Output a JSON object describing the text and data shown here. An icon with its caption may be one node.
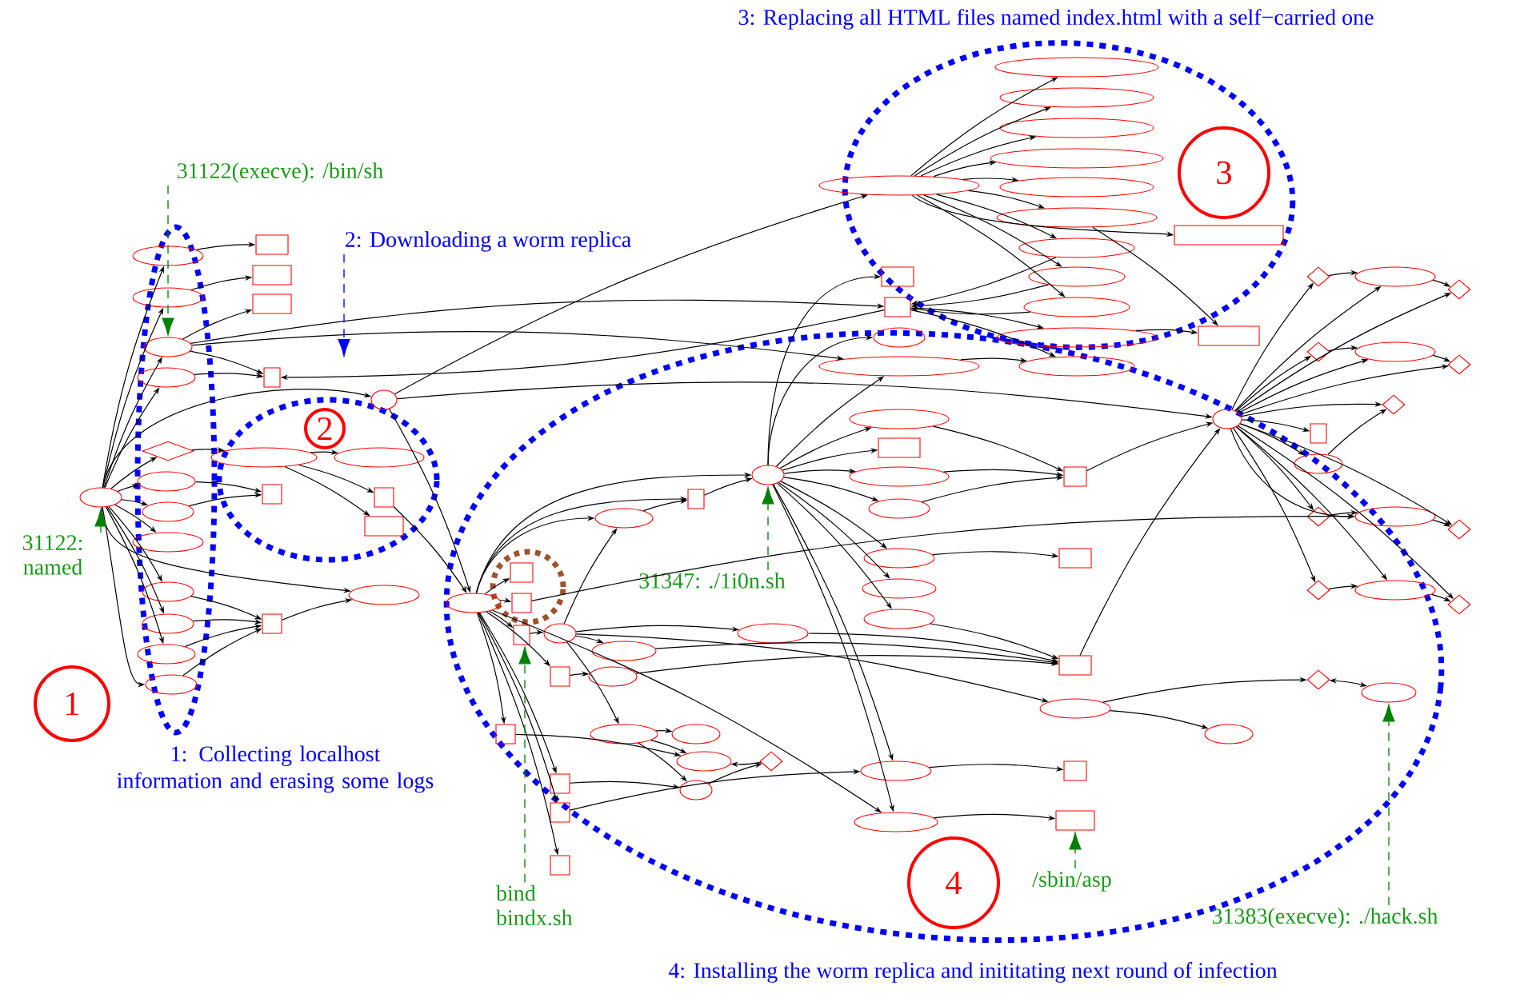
{
  "diagram": {
    "nodes": [
      {
        "text": [],
        "shape": "ellipse"
      },
      {
        "text": [],
        "shape": "ellipse"
      },
      {
        "text": [],
        "shape": "ellipse"
      },
      {
        "text": [],
        "shape": "ellipse"
      },
      {
        "text": [],
        "shape": "ellipse"
      },
      {
        "text": [],
        "shape": "diamond"
      },
      {
        "text": [],
        "shape": "ellipse"
      },
      {
        "text": [],
        "shape": "ellipse"
      },
      {
        "text": [],
        "shape": "ellipse"
      },
      {
        "text": [],
        "shape": "ellipse"
      },
      {
        "text": [],
        "shape": "ellipse"
      },
      {
        "text": [],
        "shape": "ellipse"
      },
      {
        "text": [],
        "shape": "ellipse"
      },
      {
        "text": [],
        "shape": "box"
      },
      {
        "text": [],
        "shape": "box"
      },
      {
        "text": [],
        "shape": "box"
      },
      {
        "text": [],
        "shape": "box"
      },
      {
        "text": [],
        "shape": "box"
      },
      {
        "text": [],
        "shape": "box"
      },
      {
        "text": [],
        "shape": "ellipse"
      },
      {
        "text": [],
        "shape": "ellipse"
      },
      {
        "text": [],
        "shape": "ellipse"
      },
      {
        "text": [],
        "shape": "ellipse"
      },
      {
        "text": [],
        "shape": "box"
      },
      {
        "text": [],
        "shape": "box"
      },
      {
        "text": [],
        "shape": "ellipse"
      },
      {
        "text": [],
        "shape": "box"
      },
      {
        "text": [],
        "shape": "box"
      },
      {
        "text": [],
        "shape": "box"
      },
      {
        "text": [],
        "shape": "ellipse"
      },
      {
        "text": [],
        "shape": "box"
      },
      {
        "text": [],
        "shape": "ellipse"
      },
      {
        "text": [],
        "shape": "box"
      },
      {
        "text": [],
        "shape": "ellipse"
      },
      {
        "text": [],
        "shape": "ellipse"
      },
      {
        "text": [],
        "shape": "ellipse"
      },
      {
        "text": [],
        "shape": "ellipse"
      },
      {
        "text": [],
        "shape": "box"
      },
      {
        "text": [],
        "shape": "ellipse"
      },
      {
        "text": [],
        "shape": "ellipse"
      },
      {
        "text": [],
        "shape": "ellipse"
      },
      {
        "text": [],
        "shape": "diamond"
      },
      {
        "text": [],
        "shape": "ellipse"
      },
      {
        "text": [],
        "shape": "box"
      },
      {
        "text": [],
        "shape": "box"
      },
      {
        "text": [],
        "shape": "box"
      },
      {
        "text": [],
        "shape": "ellipse"
      },
      {
        "text": [],
        "shape": "ellipse"
      },
      {
        "text": [],
        "shape": "box"
      },
      {
        "text": [],
        "shape": "box"
      },
      {
        "text": [],
        "shape": "ellipse"
      },
      {
        "text": [],
        "shape": "box"
      },
      {
        "text": [],
        "shape": "ellipse"
      },
      {
        "text": [],
        "shape": "ellipse"
      },
      {
        "text": [],
        "shape": "ellipse"
      },
      {
        "text": [],
        "shape": "box"
      },
      {
        "text": [],
        "shape": "ellipse"
      },
      {
        "text": [],
        "shape": "ellipse"
      },
      {
        "text": [],
        "shape": "box"
      },
      {
        "text": [],
        "shape": "box"
      },
      {
        "text": [],
        "shape": "ellipse"
      },
      {
        "text": [],
        "shape": "ellipse"
      },
      {
        "text": [],
        "shape": "diamond"
      },
      {
        "text": [],
        "shape": "ellipse"
      },
      {
        "text": [],
        "shape": "ellipse"
      },
      {
        "text": [],
        "shape": "ellipse"
      },
      {
        "text": [],
        "shape": "ellipse"
      },
      {
        "text": [],
        "shape": "ellipse"
      },
      {
        "text": [],
        "shape": "ellipse"
      },
      {
        "text": [],
        "shape": "ellipse"
      },
      {
        "text": [],
        "shape": "ellipse"
      },
      {
        "text": [],
        "shape": "ellipse"
      },
      {
        "text": [],
        "shape": "ellipse"
      },
      {
        "text": [],
        "shape": "ellipse"
      },
      {
        "text": [],
        "shape": "ellipse"
      },
      {
        "text": [],
        "shape": "ellipse"
      },
      {
        "text": [],
        "shape": "ellipse"
      },
      {
        "text": [],
        "shape": "box"
      },
      {
        "text": [],
        "shape": "box"
      },
      {
        "text": [],
        "shape": "ellipse"
      },
      {
        "text": [],
        "shape": "ellipse"
      },
      {
        "text": [],
        "shape": "box"
      },
      {
        "text": [],
        "shape": "box"
      },
      {
        "text": [],
        "shape": "diamond"
      },
      {
        "text": [],
        "shape": "ellipse"
      },
      {
        "text": [],
        "shape": "diamond"
      },
      {
        "text": [],
        "shape": "diamond"
      },
      {
        "text": [],
        "shape": "ellipse"
      },
      {
        "text": [],
        "shape": "diamond"
      },
      {
        "text": [],
        "shape": "diamond"
      },
      {
        "text": [],
        "shape": "box"
      },
      {
        "text": [],
        "shape": "ellipse"
      },
      {
        "text": [],
        "shape": "diamond"
      },
      {
        "text": [],
        "shape": "ellipse"
      },
      {
        "text": [],
        "shape": "diamond"
      },
      {
        "text": [],
        "shape": "diamond"
      },
      {
        "text": [],
        "shape": "ellipse"
      },
      {
        "text": [],
        "shape": "diamond"
      },
      {
        "text": [
          "31122(execve): /bin/sh"
        ]
      },
      {
        "text": [
          "31122: named"
        ]
      },
      {
        "text": [
          "2: Downloading a worm replica"
        ]
      },
      {
        "text": [
          "31347: ./1i0n.sh"
        ]
      },
      {
        "text": [
          "bind bindx.sh"
        ]
      },
      {
        "text": [
          "/sbin/asp"
        ]
      },
      {
        "text": [
          "31383(execve): ./hack.sh"
        ]
      },
      {
        "text": [
          "1"
        ]
      },
      {
        "text": [
          "2"
        ]
      },
      {
        "text": [
          "3"
        ]
      },
      {
        "text": [
          "4"
        ]
      }
    ],
    "edges": [
      {
        "from": 0,
        "to": 1,
        "arrow": "to"
      },
      {
        "from": 0,
        "to": 2,
        "arrow": "to"
      },
      {
        "from": 0,
        "to": 3,
        "arrow": "to"
      },
      {
        "from": 0,
        "to": 4,
        "arrow": "to"
      },
      {
        "from": 0,
        "to": 5,
        "arrow": "to"
      },
      {
        "from": 0,
        "to": 6,
        "arrow": "to"
      },
      {
        "from": 0,
        "to": 7,
        "arrow": "to"
      },
      {
        "from": 0,
        "to": 8,
        "arrow": "to"
      },
      {
        "from": 0,
        "to": 9,
        "arrow": "to"
      },
      {
        "from": 0,
        "to": 10,
        "arrow": "to"
      },
      {
        "from": 0,
        "to": 11,
        "arrow": "to"
      },
      {
        "from": 0,
        "to": 12,
        "arrow": "to"
      },
      {
        "from": 1,
        "to": 13,
        "arrow": "to"
      },
      {
        "from": 2,
        "to": 14,
        "arrow": "to"
      },
      {
        "from": 3,
        "to": 15,
        "arrow": "to"
      },
      {
        "from": 3,
        "to": 16,
        "arrow": "to"
      },
      {
        "from": 4,
        "to": 16,
        "arrow": "to"
      },
      {
        "from": 0,
        "to": 20,
        "arrow": "to"
      },
      {
        "from": 5,
        "to": 21,
        "arrow": "to"
      },
      {
        "from": 6,
        "to": 17,
        "arrow": "to"
      },
      {
        "from": 7,
        "to": 17,
        "arrow": "to"
      },
      {
        "from": 0,
        "to": 19,
        "arrow": "to"
      },
      {
        "from": 9,
        "to": 18,
        "arrow": "to"
      },
      {
        "from": 10,
        "to": 18,
        "arrow": "to"
      },
      {
        "from": 11,
        "to": 18,
        "arrow": "to"
      },
      {
        "from": 12,
        "to": 18,
        "arrow": "to"
      },
      {
        "from": 18,
        "to": 19,
        "arrow": "to"
      },
      {
        "from": 78,
        "to": 16,
        "arrow": "to"
      },
      {
        "from": 3,
        "to": 78,
        "arrow": "to"
      },
      {
        "from": 3,
        "to": 80,
        "arrow": "to"
      },
      {
        "from": 20,
        "to": 65,
        "arrow": "to"
      },
      {
        "from": 20,
        "to": 25,
        "arrow": "to"
      },
      {
        "from": 21,
        "to": 22,
        "arrow": "to"
      },
      {
        "from": 21,
        "to": 23,
        "arrow": "to"
      },
      {
        "from": 21,
        "to": 24,
        "arrow": "to"
      },
      {
        "from": 23,
        "to": 25,
        "arrow": "to"
      },
      {
        "from": 25,
        "to": 26,
        "arrow": "to"
      },
      {
        "from": 25,
        "to": 27,
        "arrow": "to"
      },
      {
        "from": 25,
        "to": 28,
        "arrow": "to"
      },
      {
        "from": 25,
        "to": 30,
        "arrow": "to"
      },
      {
        "from": 25,
        "to": 37,
        "arrow": "to"
      },
      {
        "from": 25,
        "to": 43,
        "arrow": "to"
      },
      {
        "from": 25,
        "to": 44,
        "arrow": "to"
      },
      {
        "from": 25,
        "to": 45,
        "arrow": "to"
      },
      {
        "from": 25,
        "to": 47,
        "arrow": "to"
      },
      {
        "from": 25,
        "to": 32,
        "arrow": "to"
      },
      {
        "from": 25,
        "to": 33,
        "arrow": "to"
      },
      {
        "from": 25,
        "to": 31,
        "arrow": "to"
      },
      {
        "from": 28,
        "to": 29,
        "arrow": "to"
      },
      {
        "from": 29,
        "to": 31,
        "arrow": "to"
      },
      {
        "from": 29,
        "to": 36,
        "arrow": "to"
      },
      {
        "from": 29,
        "to": 34,
        "arrow": "to"
      },
      {
        "from": 30,
        "to": 35,
        "arrow": "to"
      },
      {
        "from": 29,
        "to": 38,
        "arrow": "to"
      },
      {
        "from": 29,
        "to": 60,
        "arrow": "to"
      },
      {
        "from": 37,
        "to": 40,
        "arrow": "to"
      },
      {
        "from": 38,
        "to": 39,
        "arrow": "to"
      },
      {
        "from": 38,
        "to": 40,
        "arrow": "to"
      },
      {
        "from": 38,
        "to": 42,
        "arrow": "to"
      },
      {
        "from": 41,
        "to": 40,
        "arrow": "to"
      },
      {
        "from": 42,
        "to": 41,
        "arrow": "to"
      },
      {
        "from": 43,
        "to": 42,
        "arrow": "to"
      },
      {
        "from": 44,
        "to": 46,
        "arrow": "to"
      },
      {
        "from": 33,
        "to": 46,
        "arrow": "to"
      },
      {
        "from": 33,
        "to": 47,
        "arrow": "to"
      },
      {
        "from": 46,
        "to": 48,
        "arrow": "to"
      },
      {
        "from": 47,
        "to": 49,
        "arrow": "to"
      },
      {
        "from": 31,
        "to": 32,
        "arrow": "to"
      },
      {
        "from": 32,
        "to": 33,
        "arrow": "to"
      },
      {
        "from": 36,
        "to": 59,
        "arrow": "to"
      },
      {
        "from": 34,
        "to": 59,
        "arrow": "to"
      },
      {
        "from": 35,
        "to": 59,
        "arrow": "to"
      },
      {
        "from": 57,
        "to": 59,
        "arrow": "to"
      },
      {
        "from": 59,
        "to": 64,
        "arrow": "to"
      },
      {
        "from": 60,
        "to": 61,
        "arrow": "to"
      },
      {
        "from": 60,
        "to": 62,
        "arrow": "to"
      },
      {
        "from": 62,
        "to": 63,
        "arrow": "both"
      },
      {
        "from": 33,
        "to": 50,
        "arrow": "to"
      },
      {
        "from": 33,
        "to": 51,
        "arrow": "to"
      },
      {
        "from": 33,
        "to": 52,
        "arrow": "to"
      },
      {
        "from": 33,
        "to": 53,
        "arrow": "to"
      },
      {
        "from": 33,
        "to": 54,
        "arrow": "to"
      },
      {
        "from": 33,
        "to": 56,
        "arrow": "to"
      },
      {
        "from": 33,
        "to": 57,
        "arrow": "to"
      },
      {
        "from": 33,
        "to": 77,
        "arrow": "to"
      },
      {
        "from": 33,
        "to": 79,
        "arrow": "to"
      },
      {
        "from": 33,
        "to": 80,
        "arrow": "to"
      },
      {
        "from": 50,
        "to": 58,
        "arrow": "to"
      },
      {
        "from": 52,
        "to": 58,
        "arrow": "to"
      },
      {
        "from": 53,
        "to": 58,
        "arrow": "to"
      },
      {
        "from": 54,
        "to": 55,
        "arrow": "to"
      },
      {
        "from": 58,
        "to": 64,
        "arrow": "to"
      },
      {
        "from": 65,
        "to": 66,
        "arrow": "to"
      },
      {
        "from": 65,
        "to": 67,
        "arrow": "to"
      },
      {
        "from": 65,
        "to": 68,
        "arrow": "to"
      },
      {
        "from": 65,
        "to": 69,
        "arrow": "to"
      },
      {
        "from": 65,
        "to": 70,
        "arrow": "to"
      },
      {
        "from": 65,
        "to": 71,
        "arrow": "to"
      },
      {
        "from": 65,
        "to": 72,
        "arrow": "to"
      },
      {
        "from": 65,
        "to": 73,
        "arrow": "to"
      },
      {
        "from": 65,
        "to": 74,
        "arrow": "to"
      },
      {
        "from": 65,
        "to": 81,
        "arrow": "to"
      },
      {
        "from": 72,
        "to": 78,
        "arrow": "to"
      },
      {
        "from": 73,
        "to": 78,
        "arrow": "to"
      },
      {
        "from": 74,
        "to": 78,
        "arrow": "to"
      },
      {
        "from": 78,
        "to": 75,
        "arrow": "to"
      },
      {
        "from": 78,
        "to": 76,
        "arrow": "to"
      },
      {
        "from": 80,
        "to": 76,
        "arrow": "to"
      },
      {
        "from": 71,
        "to": 82,
        "arrow": "to"
      },
      {
        "from": 75,
        "to": 82,
        "arrow": "to"
      },
      {
        "from": 27,
        "to": 93,
        "arrow": "to"
      },
      {
        "from": 64,
        "to": 83,
        "arrow": "to"
      },
      {
        "from": 83,
        "to": 84,
        "arrow": "to"
      },
      {
        "from": 84,
        "to": 85,
        "arrow": "to"
      },
      {
        "from": 64,
        "to": 84,
        "arrow": "to"
      },
      {
        "from": 64,
        "to": 85,
        "arrow": "to"
      },
      {
        "from": 64,
        "to": 86,
        "arrow": "to"
      },
      {
        "from": 86,
        "to": 87,
        "arrow": "to"
      },
      {
        "from": 87,
        "to": 88,
        "arrow": "to"
      },
      {
        "from": 64,
        "to": 87,
        "arrow": "to"
      },
      {
        "from": 64,
        "to": 88,
        "arrow": "to"
      },
      {
        "from": 64,
        "to": 89,
        "arrow": "to"
      },
      {
        "from": 64,
        "to": 90,
        "arrow": "to"
      },
      {
        "from": 64,
        "to": 91,
        "arrow": "to"
      },
      {
        "from": 91,
        "to": 89,
        "arrow": "to"
      },
      {
        "from": 64,
        "to": 92,
        "arrow": "to"
      },
      {
        "from": 92,
        "to": 93,
        "arrow": "to"
      },
      {
        "from": 93,
        "to": 94,
        "arrow": "to"
      },
      {
        "from": 64,
        "to": 93,
        "arrow": "to"
      },
      {
        "from": 64,
        "to": 94,
        "arrow": "to"
      },
      {
        "from": 64,
        "to": 95,
        "arrow": "to"
      },
      {
        "from": 95,
        "to": 96,
        "arrow": "to"
      },
      {
        "from": 96,
        "to": 97,
        "arrow": "to"
      },
      {
        "from": 64,
        "to": 96,
        "arrow": "to"
      },
      {
        "from": 64,
        "to": 97,
        "arrow": "to"
      },
      {
        "from": 20,
        "to": 64,
        "arrow": "to"
      },
      {
        "from": 98,
        "to": 3,
        "arrow": "to",
        "style": "dashed",
        "color": "#008000"
      },
      {
        "from": 99,
        "to": 0,
        "arrow": "to",
        "style": "dashed",
        "color": "#008000"
      },
      {
        "from": 100,
        "to": null,
        "arrow": "to",
        "style": "dashed",
        "color": "#0000ff"
      },
      {
        "from": 101,
        "to": 33,
        "arrow": "to",
        "style": "dashed",
        "color": "#008000"
      },
      {
        "from": 102,
        "to": 28,
        "arrow": "to",
        "style": "dashed",
        "color": "#008000"
      },
      {
        "from": 103,
        "to": 49,
        "arrow": "to",
        "style": "dashed",
        "color": "#008000"
      },
      {
        "from": 104,
        "to": 63,
        "arrow": "to",
        "style": "dashed",
        "color": "#008000"
      }
    ],
    "labels": [
      "3: Replacing all HTML files named index.html with a self−carried one",
      "1: Collecting localhost information and erasing some logs",
      "4: Installing the worm replica and inititating next round of infection"
    ]
  }
}
